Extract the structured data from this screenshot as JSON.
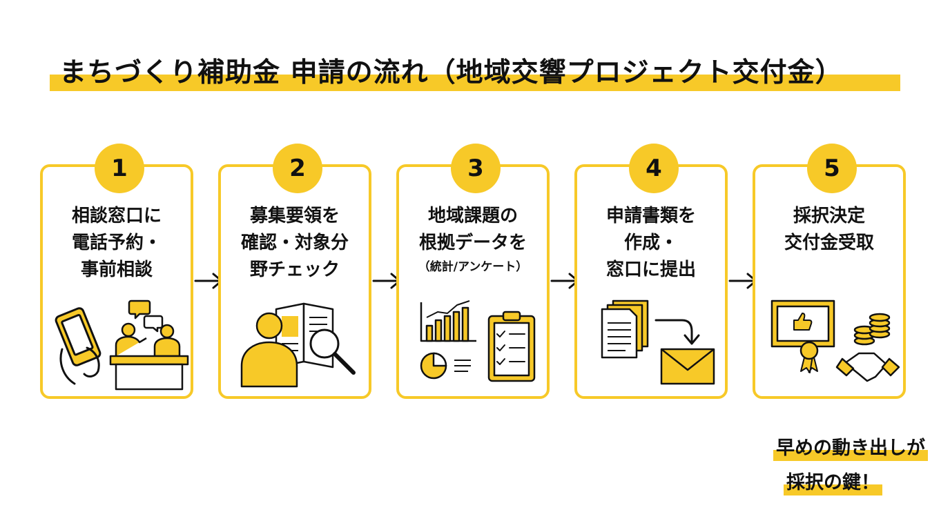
{
  "title": "まちづくり補助金 申請の流れ（地域交響プロジェクト交付金）",
  "colors": {
    "accent": "#f7c928",
    "text": "#111111",
    "background": "#ffffff"
  },
  "steps": [
    {
      "number": "1",
      "lines": [
        "相談窓口に",
        "電話予約・",
        "事前相談"
      ],
      "icons": [
        "smartphone-icon",
        "consultation-icon",
        "speech-bubbles-icon"
      ]
    },
    {
      "number": "2",
      "lines": [
        "募集要領を",
        "確認・対象分",
        "野チェック"
      ],
      "icons": [
        "person-icon",
        "open-book-icon",
        "magnifier-icon"
      ]
    },
    {
      "number": "3",
      "lines": [
        "地域課題の",
        "根拠データを"
      ],
      "note": "（統計/アンケート）",
      "icons": [
        "bar-chart-icon",
        "pie-chart-icon",
        "checklist-clipboard-icon"
      ]
    },
    {
      "number": "4",
      "lines": [
        "申請書類を",
        "作成・",
        "窓口に提出"
      ],
      "icons": [
        "documents-icon",
        "curved-arrow-icon",
        "envelope-icon"
      ]
    },
    {
      "number": "5",
      "lines": [
        "採択決定",
        "交付金受取"
      ],
      "icons": [
        "certificate-icon",
        "coins-icon",
        "handshake-icon"
      ]
    }
  ],
  "callout": {
    "line1": "早めの動き出しが",
    "line2": "採択の鍵！"
  }
}
